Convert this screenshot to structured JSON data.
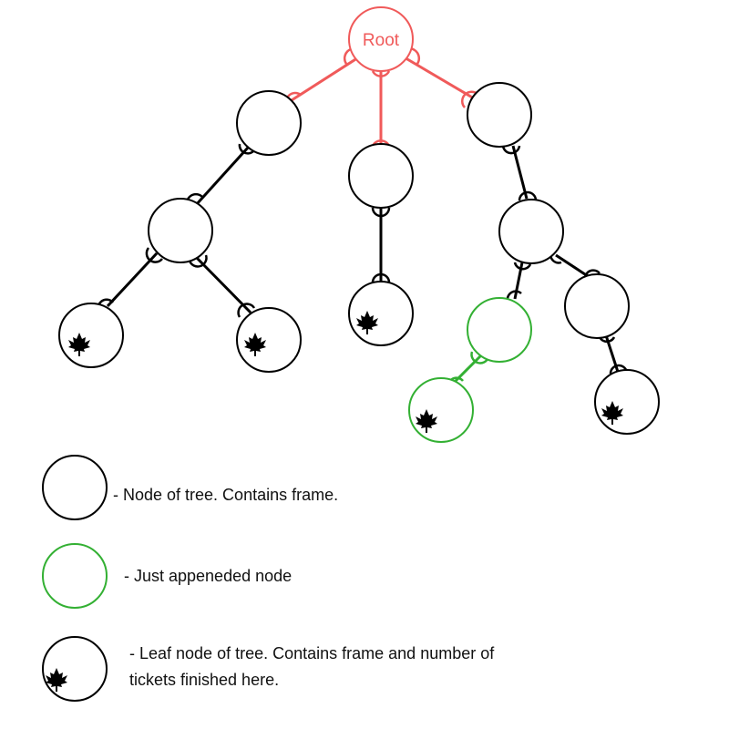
{
  "colors": {
    "root": "#f05a5a",
    "node": "#000000",
    "new_node": "#33b033",
    "background": "#ffffff"
  },
  "tree": {
    "root_label": "Root",
    "leaf_icon": "maple-leaf-icon"
  },
  "legend": {
    "node_text": "-  Node of tree. Contains frame.",
    "appended_text": "- Just appeneded node",
    "leaf_text_line1": "- Leaf node of tree. Contains frame and number of",
    "leaf_text_line2": "tickets finished here."
  }
}
